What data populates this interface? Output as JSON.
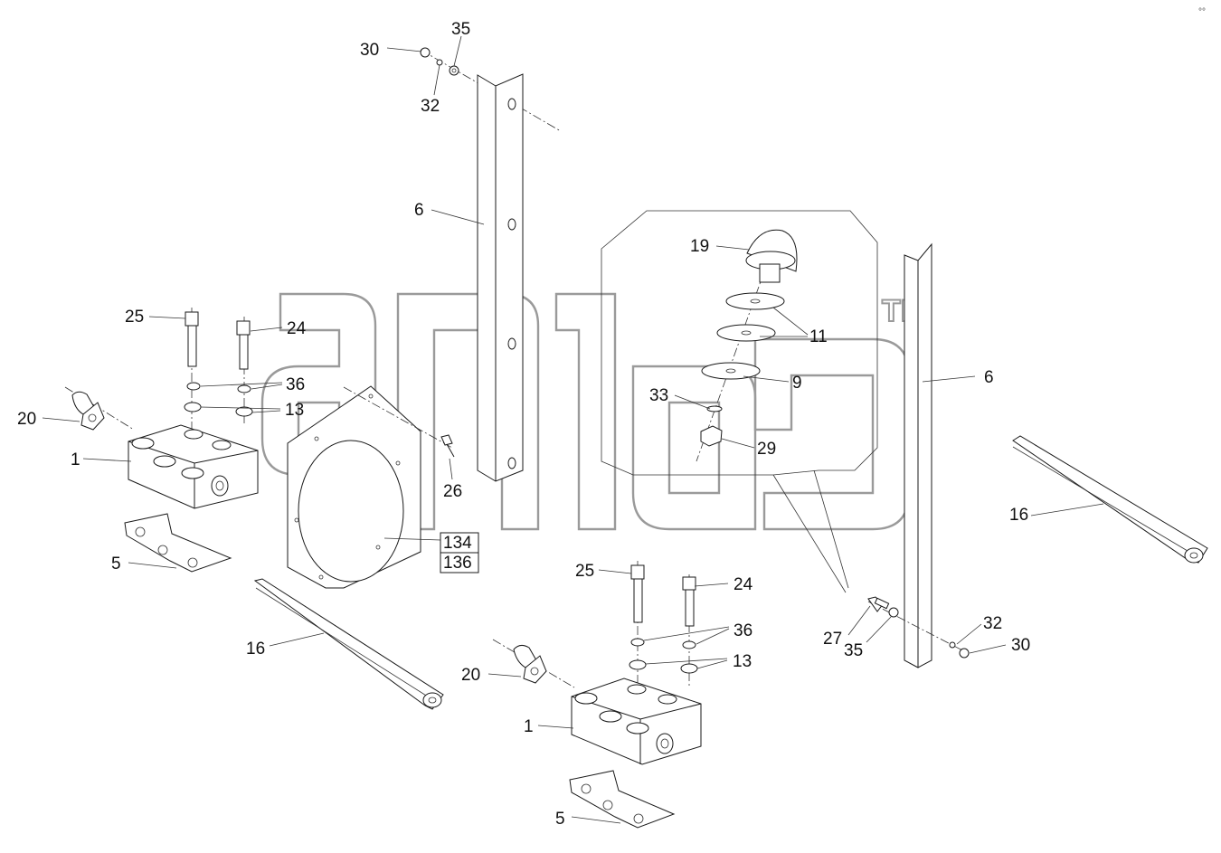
{
  "watermark": {
    "trademark": "TM"
  },
  "corner_mark": "°°",
  "labels": {
    "l30a": "30",
    "l35a": "35",
    "l32a": "32",
    "l6a": "6",
    "l19": "19",
    "l11": "11",
    "l9": "9",
    "l33": "33",
    "l29": "29",
    "l6b": "6",
    "l16a": "16",
    "l27": "27",
    "l35b": "35",
    "l32b": "32",
    "l30b": "30",
    "l25a": "25",
    "l24a": "24",
    "l36a": "36",
    "l13a": "13",
    "l20a": "20",
    "l1a": "1",
    "l5a": "5",
    "l26": "26",
    "l134": "134",
    "l136": "136",
    "l16b": "16",
    "l25b": "25",
    "l24b": "24",
    "l36b": "36",
    "l13b": "13",
    "l20b": "20",
    "l1b": "1",
    "l5b": "5"
  }
}
